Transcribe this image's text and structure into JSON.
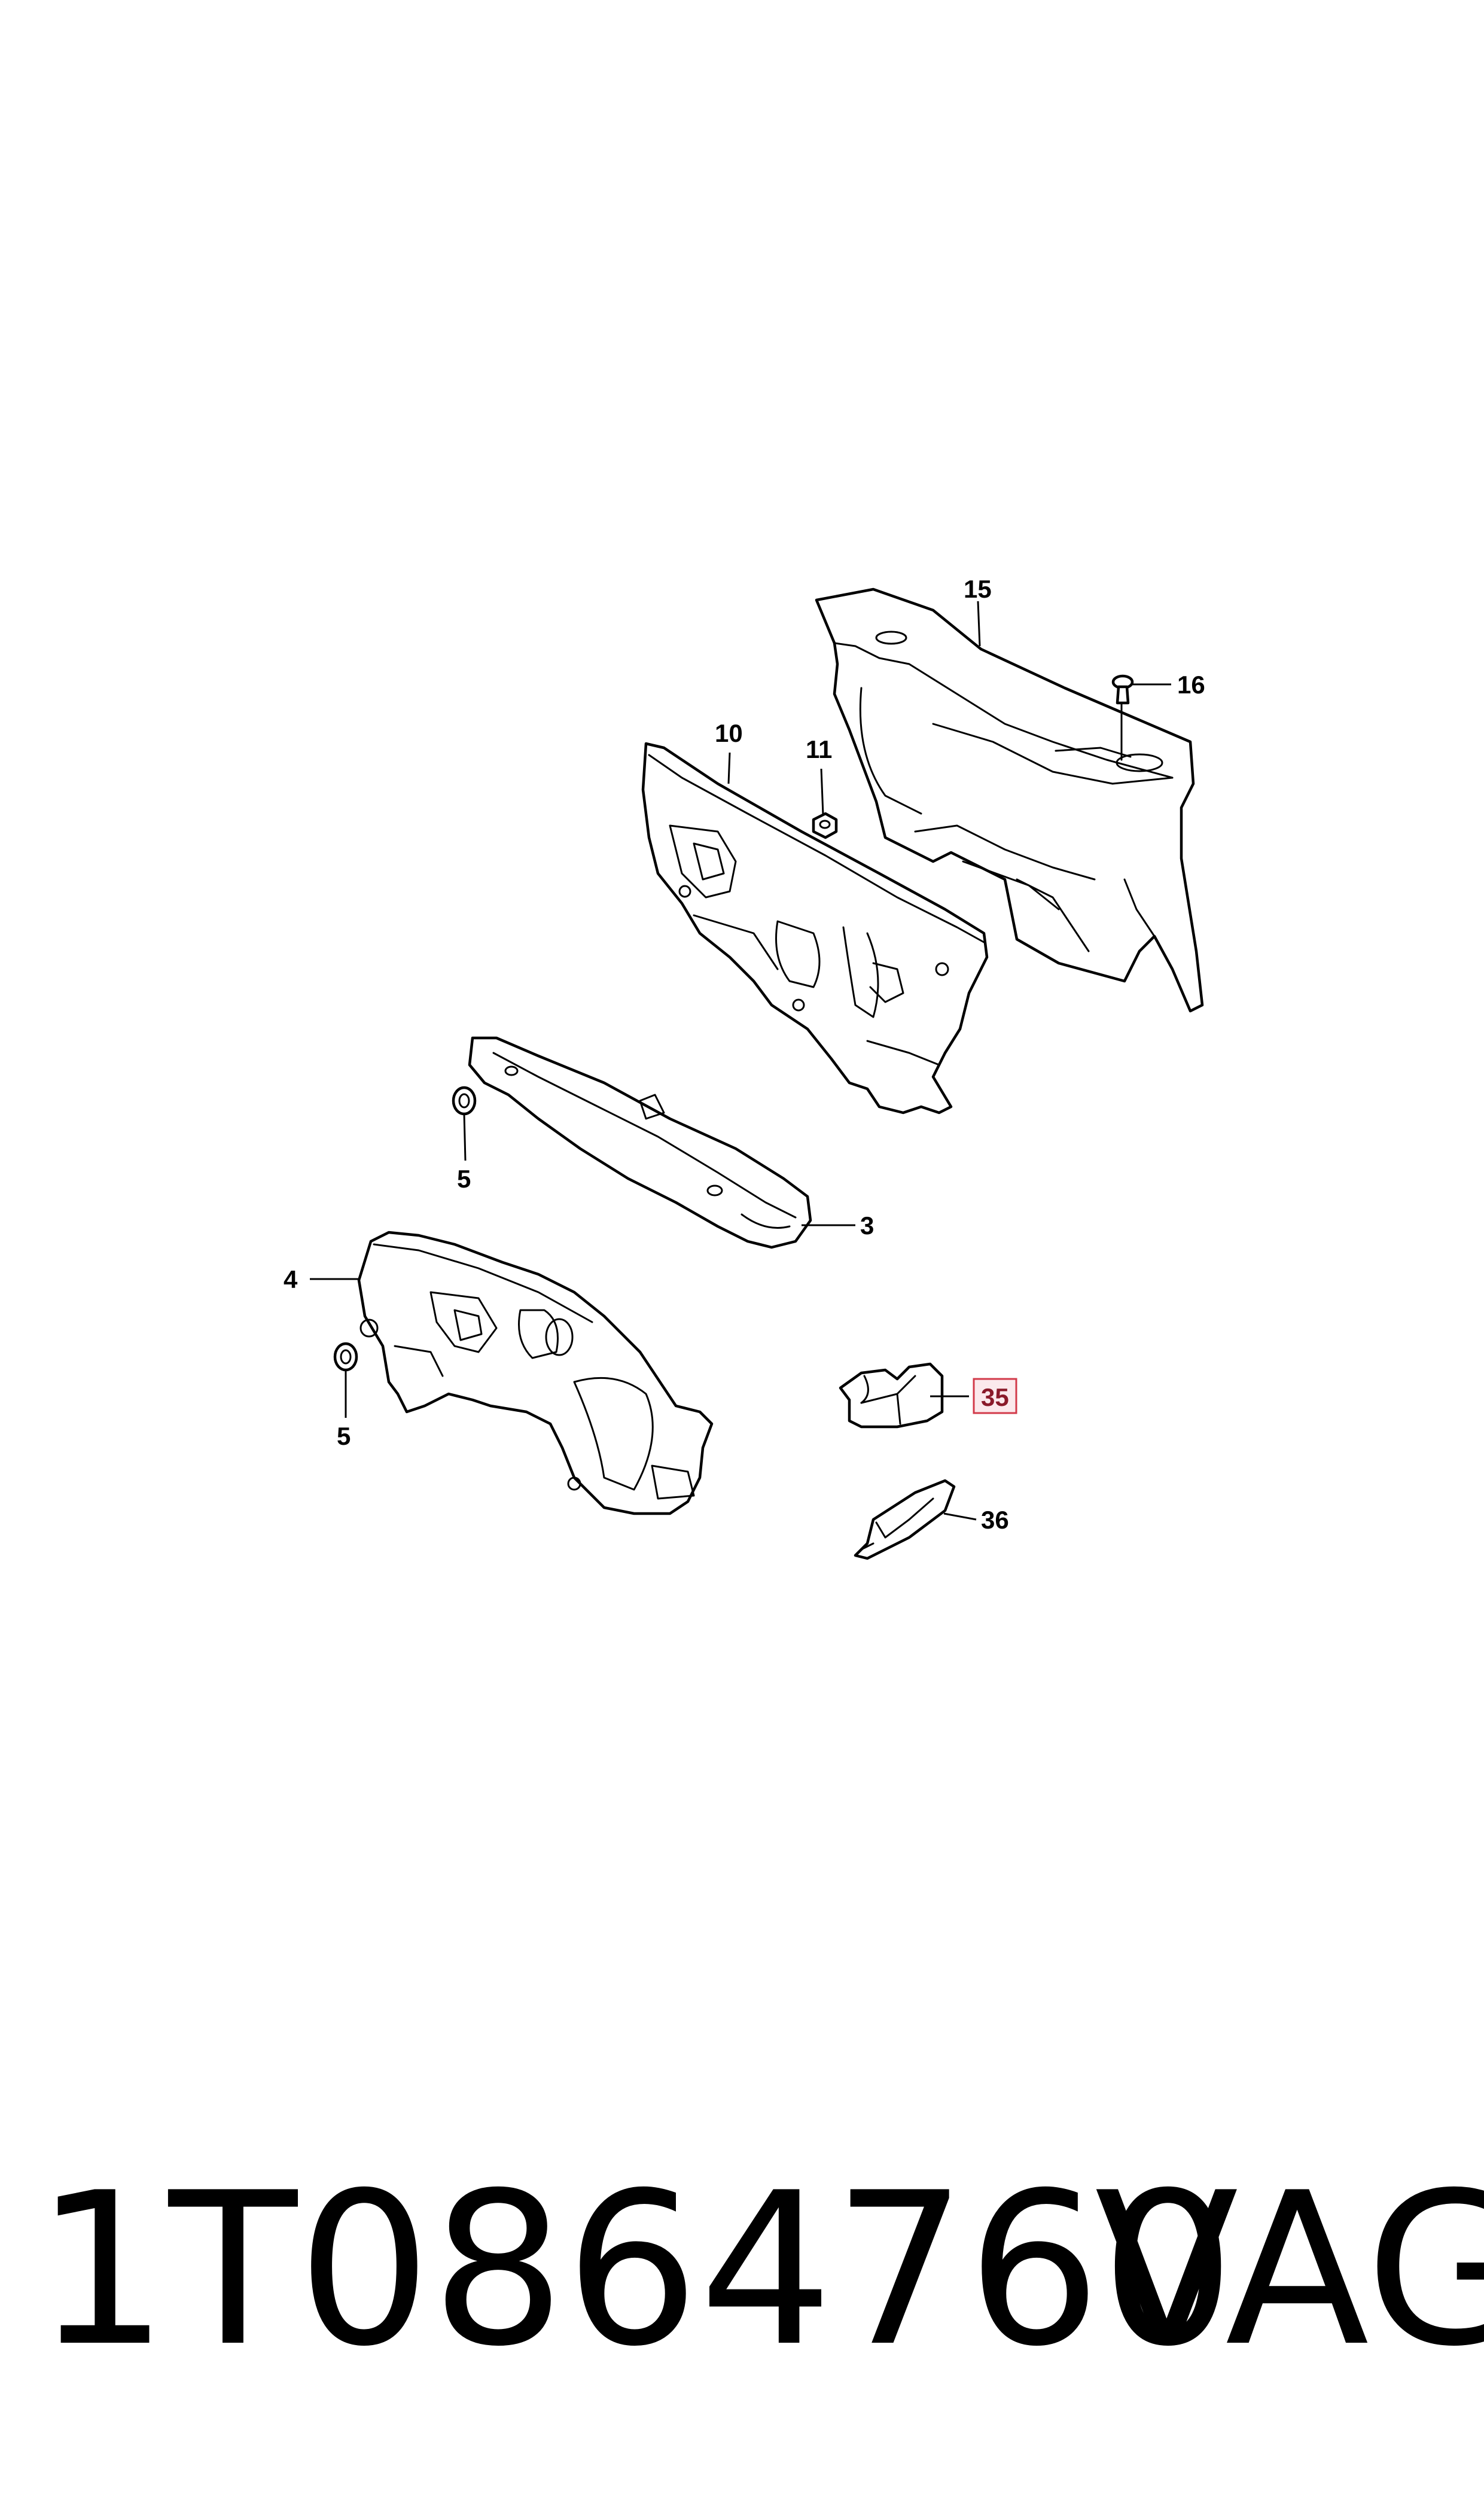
{
  "diagram": {
    "callouts": {
      "c15": "15",
      "c16": "16",
      "c10": "10",
      "c11": "11",
      "c5a": "5",
      "c3": "3",
      "c4": "4",
      "c5b": "5",
      "c35": "35",
      "c36": "36"
    },
    "highlighted_callout": "35",
    "highlight_color": "#d23a4a"
  },
  "footer": {
    "part_number": "1T0864760",
    "brand": "VAG"
  }
}
